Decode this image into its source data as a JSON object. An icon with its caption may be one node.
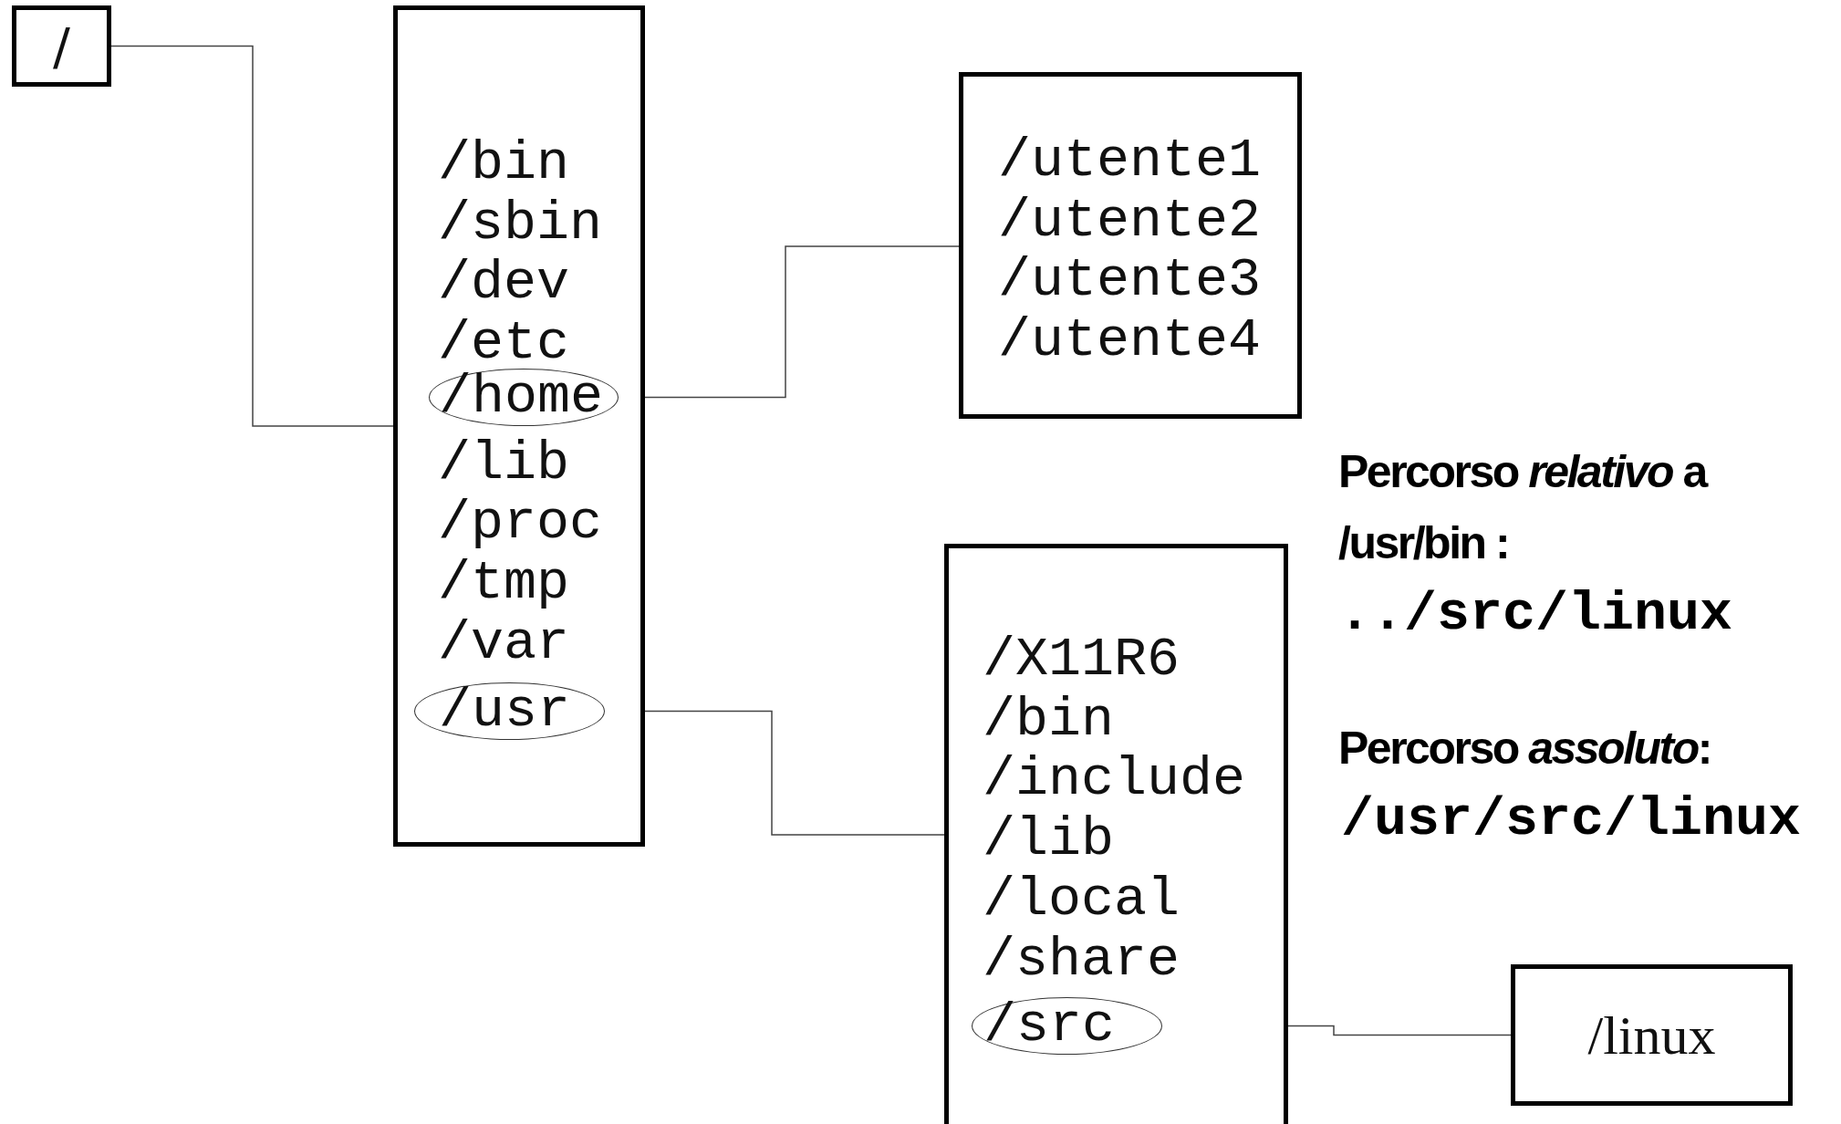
{
  "diagram": {
    "nodes": [
      {
        "text": [
          "/"
        ]
      },
      {
        "text": [
          "/bin",
          "/sbin",
          "/dev",
          "/etc",
          "/lib",
          "/proc",
          "/tmp",
          "/var"
        ]
      },
      {
        "text": [
          "/home"
        ],
        "in": 1
      },
      {
        "text": [
          "/usr"
        ],
        "in": 1
      },
      {
        "text": [
          "/utente1",
          "/utente2",
          "/utente3",
          "/utente4"
        ]
      },
      {
        "text": [
          "/X11R6",
          "/bin",
          "/include",
          "/lib",
          "/local",
          "/share"
        ]
      },
      {
        "text": [
          "/src"
        ],
        "in": 5
      },
      {
        "text": [
          "/linux"
        ]
      }
    ],
    "edges": [
      {
        "from": 0,
        "to": 1,
        "arrow": "none"
      },
      {
        "from": 2,
        "to": 4,
        "arrow": "none"
      },
      {
        "from": 3,
        "to": 5,
        "arrow": "none"
      },
      {
        "from": 6,
        "to": 7,
        "arrow": "none"
      }
    ],
    "labels": [
      "Percorso *relativo* a /usr/bin :",
      "../src/linux",
      "Percorso *assoluto*:",
      "/usr/src/linux"
    ]
  }
}
